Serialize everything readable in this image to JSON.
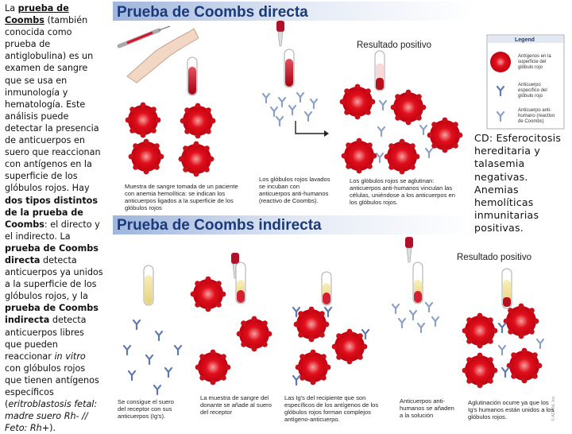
{
  "left_text": {
    "p1": "La ",
    "coombs_link": "prueba de Coombs",
    "p2": " (también conocida como prueba de antiglobulina) es un examen de sangre que se usa en inmunología y hematología. Este análisis puede detectar la presencia de anticuerpos en suero que reaccionan con antígenos en la superficie de los glóbulos rojos. Hay ",
    "tipos": "dos tipos distintos de la prueba de Coombs",
    "p3": ": el directo y el indirecto. La ",
    "directa": "prueba de Coombs directa",
    "p4": " detecta anticuerpos ya unidos a la superficie de los glóbulos rojos, y la ",
    "indirecta": "prueba de Coombs indirecta",
    "p5": " detecta anticuerpos libres que pueden reaccionar ",
    "in_vitro": "in vitro",
    "p6": " con glóbulos rojos que tienen antígenos específicos (",
    "italic_tail": "eritroblastosis fetal: madre suero Rh- // Feto: Rh+",
    "p7": ")."
  },
  "right_text": "CD: Esferocitosis hereditaria y talasemia negativas. Anemias hemolíticas inmunitarias positivas.",
  "figure": {
    "direct_title": "Prueba de Coombs directa",
    "indirect_title": "Prueba de Coombs indirecta",
    "direct_result": "Resultado positivo",
    "indirect_result": "Resultado positivo",
    "legend": {
      "title": "Legend",
      "item1": [
        "Antígenos en la",
        "superficie del",
        "glóbulo rojo"
      ],
      "item2": [
        "Anticuerpo",
        "específico del",
        "glóbulo rojo"
      ],
      "item3": [
        "Anticuerpo anti-",
        "humano (reactivo",
        "de Coombs)"
      ]
    },
    "direct_captions": {
      "c1": [
        "Muestra de sangre tomada de un paciente",
        "con anemia hemolítica: se indican los",
        "anticuerpos ligados a la superficie de los",
        "glóbulos rojos"
      ],
      "c2": [
        "Los glóbulos rojos lavados",
        "se incuban con",
        "anticuerpos anti-humanos",
        "(reactivo de Coombs)."
      ],
      "c3": [
        "Los glóbulos rojos se aglutinan:",
        "anticuerpos anti-humanos vinculan las",
        "células, uniéndose a los anticuerpos en",
        "los glóbulos rojos."
      ]
    },
    "indirect_captions": {
      "c1": [
        "Se consigue el suero",
        "del receptor con sus",
        "anticuerpos (Ig's)."
      ],
      "c2": [
        "La muestra de sangre del",
        "donante se añade al suero",
        "del receptor"
      ],
      "c3": [
        "Las Ig's del recipiente que son",
        "específicos de los antígenos de los",
        "glóbulos rojos forman complejos",
        "antígeno-anticuerpo."
      ],
      "c4": [
        "Anticuerpos anti-",
        "humanos se añaden",
        "a la solución"
      ],
      "c5": [
        "Aglutinación ocurre ya que los",
        "Ig's humanos están unidos a los",
        "glóbulos rojos."
      ]
    },
    "copyright": "© ADAM, Inc."
  },
  "colors": {
    "title_blue": "#1a3a7a",
    "rbc_red": "#e0101c",
    "antibody_blue": "#8c9fc6"
  }
}
